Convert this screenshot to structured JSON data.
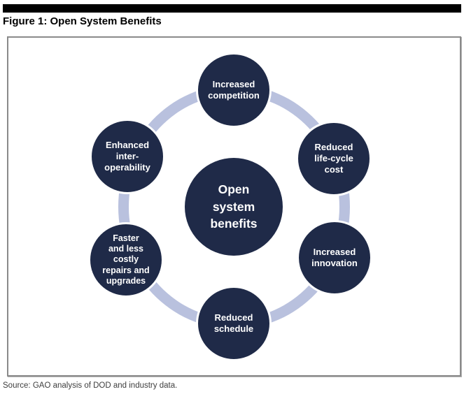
{
  "figure": {
    "title": "Figure 1: Open System Benefits",
    "source": "Source: GAO analysis of DOD and industry data."
  },
  "colors": {
    "node_fill": "#1f2a48",
    "node_text": "#ffffff",
    "ring": "#b9c1de"
  },
  "diagram": {
    "center": {
      "lines": [
        "Open",
        "system",
        "benefits"
      ]
    },
    "nodes": [
      {
        "position": "top",
        "lines": [
          "Increased",
          "competition"
        ]
      },
      {
        "position": "upper-right",
        "lines": [
          "Reduced",
          "life-cycle",
          "cost"
        ]
      },
      {
        "position": "lower-right",
        "lines": [
          "Increased",
          "innovation"
        ]
      },
      {
        "position": "bottom",
        "lines": [
          "Reduced",
          "schedule"
        ]
      },
      {
        "position": "lower-left",
        "lines": [
          "Faster",
          "and less",
          "costly",
          "repairs and",
          "upgrades"
        ]
      },
      {
        "position": "upper-left",
        "lines": [
          "Enhanced",
          "inter-",
          "operability"
        ]
      }
    ]
  }
}
